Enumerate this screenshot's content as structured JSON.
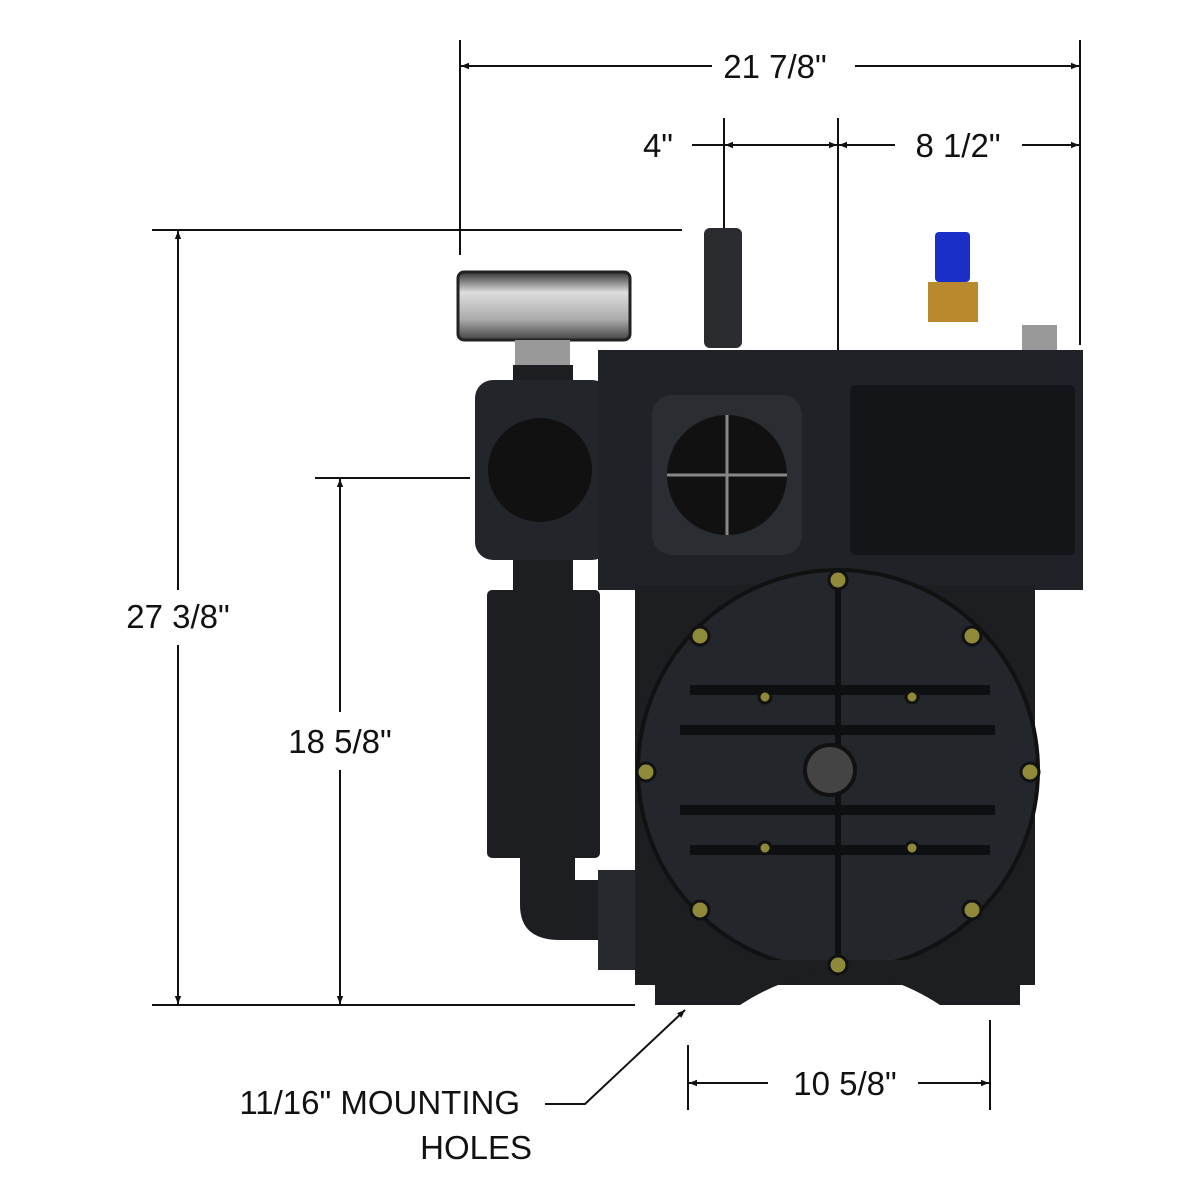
{
  "dimensions": {
    "overall_width": "21 7/8\"",
    "outlet_offset": "4\"",
    "right_offset": "8 1/2\"",
    "overall_height": "27 3/8\"",
    "inlet_height": "18 5/8\"",
    "mount_spacing": "10 5/8\""
  },
  "callout": {
    "line1": "11/16\" MOUNTING",
    "line2": "HOLES"
  },
  "colors": {
    "body": "#1c1e22",
    "cap_blue": "#1a2fc8",
    "brass": "#b8892e",
    "bolt": "#8f8a3a"
  }
}
